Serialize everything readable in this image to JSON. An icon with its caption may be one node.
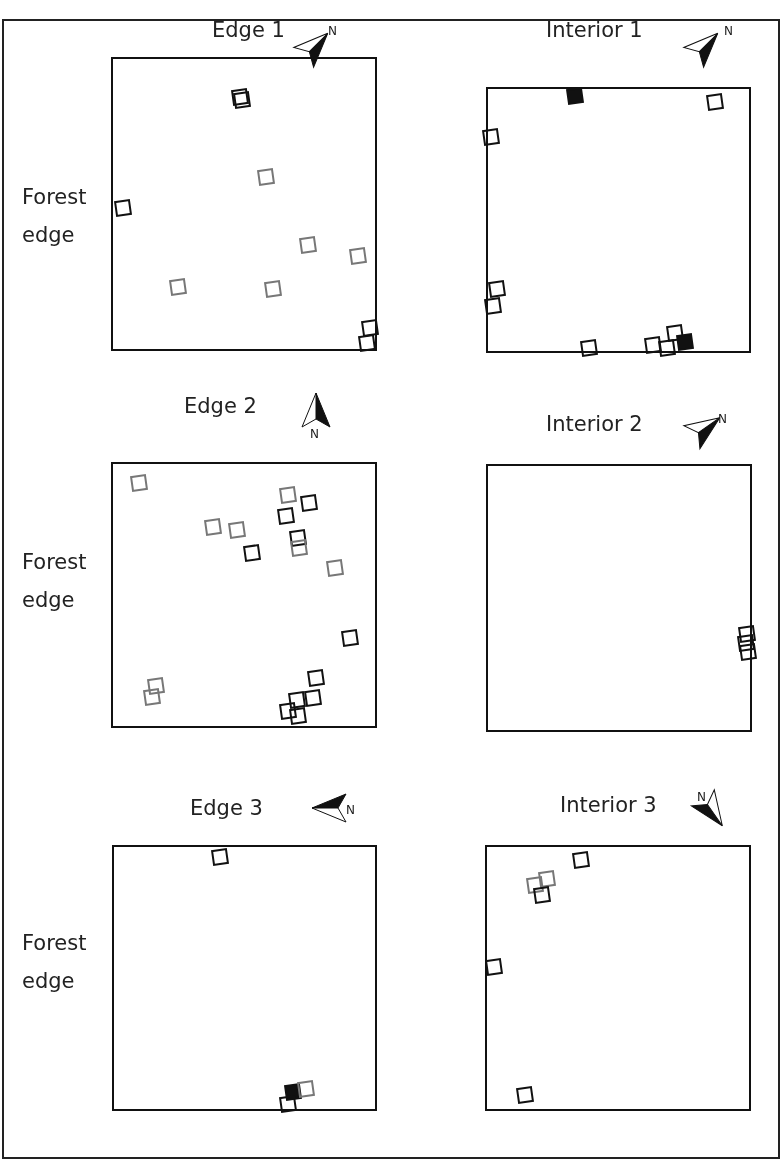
{
  "diagram": {
    "labels": [
      "Edge 1",
      "N",
      "Interior 1",
      "N",
      "Forest edge",
      "Edge 2",
      "N",
      "Interior 2",
      "N",
      "Forest edge",
      "Edge 3",
      "N",
      "Interior 3",
      "N",
      "Forest edge"
    ]
  }
}
